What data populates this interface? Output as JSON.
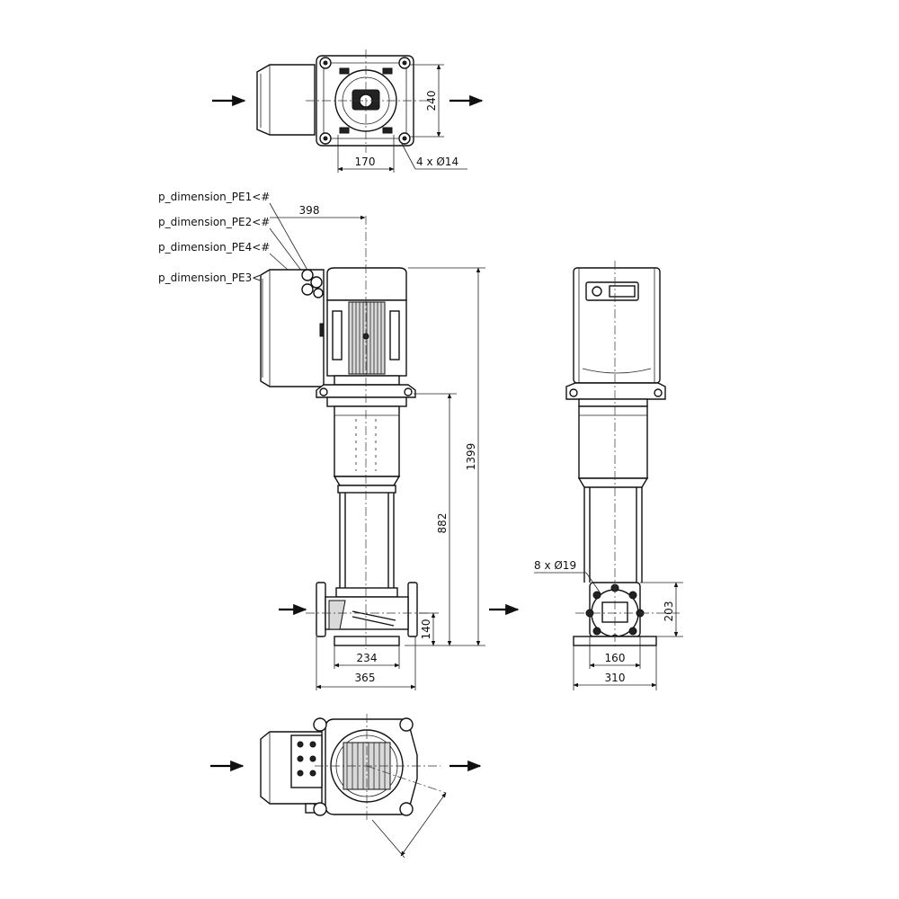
{
  "top_view": {
    "dim_width": "170",
    "dim_height": "240",
    "dim_holes": "4 x Ø14"
  },
  "front_view": {
    "labels": [
      "p_dimension_PE1<#",
      "p_dimension_PE2<#",
      "p_dimension_PE4<#",
      "p_dimension_PE3<#"
    ],
    "dim_offset": "398",
    "dim_total_height": "1399",
    "dim_height_motor_base": "882",
    "dim_port_height": "140",
    "dim_base_width": "234",
    "dim_flange_width": "365"
  },
  "side_view": {
    "dim_holes": "8 x Ø19",
    "dim_height": "203",
    "dim_hole_spacing": "160",
    "dim_base_width": "310"
  }
}
